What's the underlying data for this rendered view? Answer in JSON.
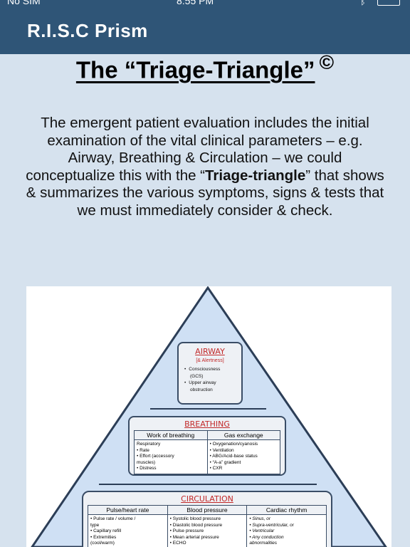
{
  "status_bar": {
    "carrier": "No SIM",
    "time": "8:55 PM",
    "bluetooth_icon": "bluetooth-icon",
    "battery_icon": "battery-icon"
  },
  "nav": {
    "title": "R.I.S.C Prism"
  },
  "heading": {
    "text": "The “Triage-Triangle”",
    "copyright": "©"
  },
  "intro": {
    "part1": "The emergent patient evaluation includes the initial examination of the vital clinical parameters – e.g. Airway, Breathing & Circulation – we could conceptualize this with the “",
    "bold": "Triage-triangle",
    "part2": "” that shows & summarizes the various symptoms, signs & tests that we must immediately consider & check."
  },
  "diagram": {
    "airway": {
      "title": "AIRWAY",
      "subtitle": "[& Alertness]",
      "items": [
        "Consciousness",
        "(GCS)",
        "Upper airway",
        "obstruction"
      ]
    },
    "breathing": {
      "title": "BREATHING",
      "columns": [
        {
          "head": "Work of breathing",
          "lines": [
            "Respiratory",
            "• Rate",
            "• Effort (accessory",
            "  muscles)",
            "• Distress"
          ]
        },
        {
          "head": "Gas exchange",
          "lines": [
            "• Oxygenation/cyanosis",
            "• Ventilation",
            "• ABG/Acid-base status",
            "• “A-a” gradient",
            "• CXR"
          ]
        }
      ]
    },
    "circulation": {
      "title": "CIRCULATION",
      "columns": [
        {
          "head": "Pulse/heart rate",
          "lines": [
            "• Pulse rate / volume /",
            "  type",
            "• Capillary refill",
            "• Extremities",
            "  (cool/warm)"
          ]
        },
        {
          "head": "Blood pressure",
          "lines": [
            "• Systolic blood pressure",
            "• Diastolic blood pressure",
            "• Pulse pressure",
            "• Mean arterial pressure",
            "• ECHO"
          ]
        },
        {
          "head": "Cardiac rhythm",
          "lines": [
            "• Sinus, or",
            "• Supra-ventricular, or",
            "• Ventricular",
            "• Any conduction",
            "  abnormalities"
          ]
        }
      ]
    },
    "colors": {
      "triangle_fill": "#cfe0f4",
      "triangle_stroke": "#2c3e57",
      "title_red": "#c22828"
    }
  }
}
